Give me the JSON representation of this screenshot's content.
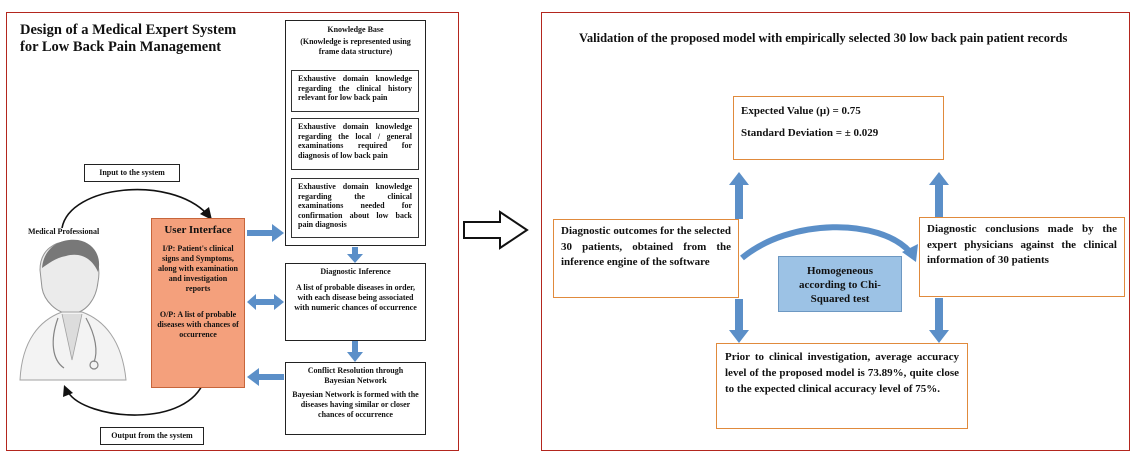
{
  "left_panel": {
    "title_line1": "Design of a Medical Expert System",
    "title_line2": "for Low Back Pain Management",
    "input_label": "Input to the system",
    "output_label": "Output from the system",
    "medical_professional_label": "Medical Professional",
    "user_interface": {
      "title": "User Interface",
      "input_text": "I/P: Patient's clinical signs and Symptoms, along with examination and investigation reports",
      "output_text": "O/P: A list of probable diseases with chances of occurrence"
    },
    "knowledge_base": {
      "title": "Knowledge Base",
      "subtitle": "(Knowledge is represented using frame data structure)",
      "items": [
        "Exhaustive domain knowledge regarding the clinical history relevant for low back pain",
        "Exhaustive domain knowledge regarding the local / general examinations required for diagnosis of low back pain",
        "Exhaustive domain knowledge regarding the clinical examinations needed for confirmation about low back pain diagnosis"
      ]
    },
    "diagnostic_inference": {
      "title": "Diagnostic Inference",
      "text": "A list of probable diseases in order, with each disease being associated with numeric chances of occurrence"
    },
    "conflict_resolution": {
      "title": "Conflict Resolution through Bayesian Network",
      "text": "Bayesian Network is formed with the diseases having similar or closer chances of occurrence"
    }
  },
  "right_panel": {
    "title": "Validation of the proposed model with empirically selected 30 low back pain patient records",
    "expected_value": "Expected Value (μ) = 0.75",
    "std_dev": "Standard Deviation = ± 0.029",
    "diagnostic_outcomes": "Diagnostic outcomes for the selected 30 patients, obtained from the inference engine of the software",
    "diagnostic_conclusions": "Diagnostic conclusions made by the expert physicians against the clinical information of 30 patients",
    "homogeneous": "Homogeneous according to Chi-Squared test",
    "prior_text": "Prior to clinical investigation, average accuracy level of the proposed model is 73.89%, quite close to the expected clinical accuracy level of 75%."
  },
  "colors": {
    "panel_border": "#b3261e",
    "ui_fill": "#f4a07c",
    "arrow_blue": "#5b8fc8",
    "orange_border": "#e08a3c",
    "homog_fill": "#9cc2e5"
  }
}
